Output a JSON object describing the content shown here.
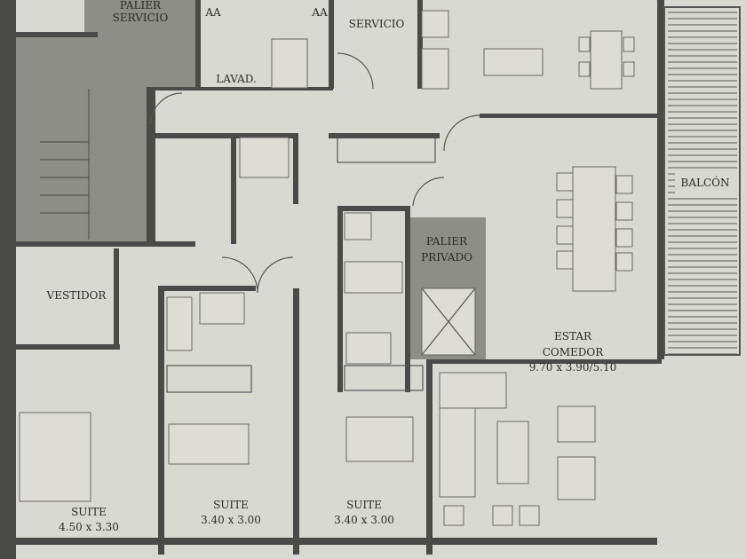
{
  "rooms": {
    "palier_servicio": [
      "PALIER",
      "SERVICIO"
    ],
    "aa_left": "AA",
    "aa_right": "AA",
    "servicio": "SERVICIO",
    "lavadero": "LAVAD.",
    "balcon": "BALCÓN",
    "palier_privado": [
      "PALIER",
      "PRIVADO"
    ],
    "vestidor": "VESTIDOR",
    "estar_comedor": {
      "name": [
        "ESTAR",
        "COMEDOR"
      ],
      "size": "9.70 x 3.90/5.10"
    },
    "suite_1": {
      "name": "SUITE",
      "size": "4.50 x 3.30"
    },
    "suite_2": {
      "name": "SUITE",
      "size": "3.40 x 3.00"
    },
    "suite_3": {
      "name": "SUITE",
      "size": "3.40 x 3.00"
    }
  },
  "colors": {
    "paper": "#d9d9d4",
    "wall": "#4a4a48",
    "stair": "#8e8e88"
  }
}
